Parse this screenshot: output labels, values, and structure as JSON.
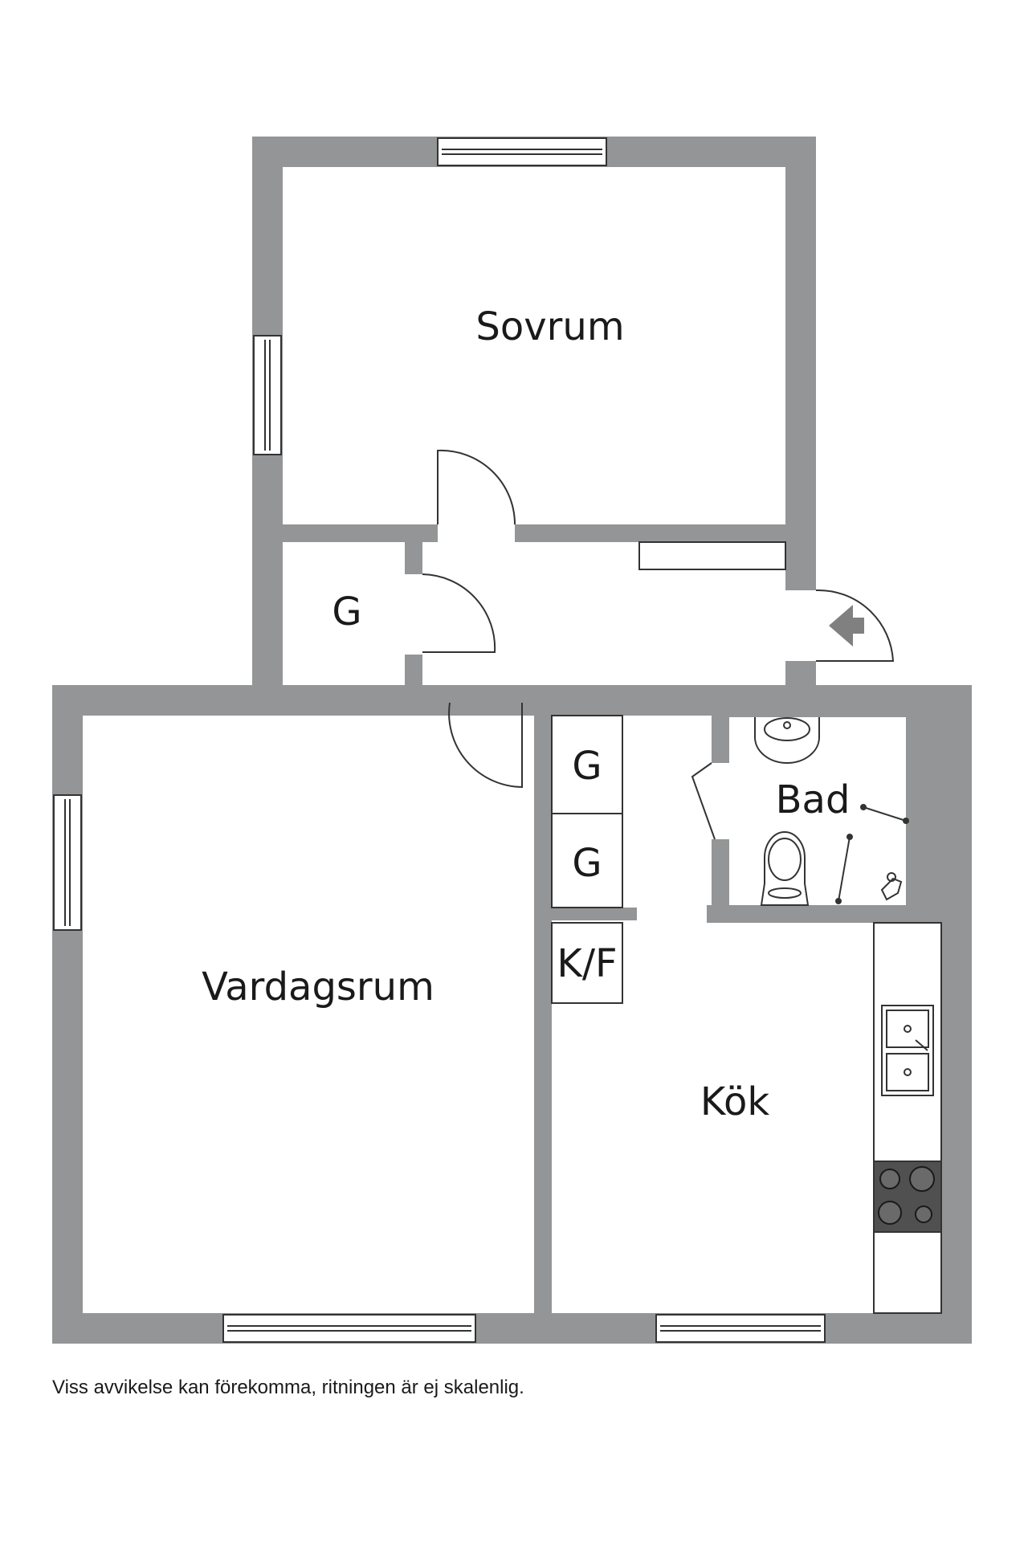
{
  "rooms": {
    "sovrum": "Sovrum",
    "vardagsrum": "Vardagsrum",
    "kok": "Kök",
    "bad": "Bad",
    "garderob_hall": "G",
    "garderob_1": "G",
    "garderob_2": "G",
    "kyl_frys": "K/F"
  },
  "disclaimer": "Viss avvikelse kan förekomma, ritningen är ej skalenlig.",
  "colors": {
    "wall": "#949596",
    "fixture_line": "#333333",
    "background": "#ffffff"
  }
}
